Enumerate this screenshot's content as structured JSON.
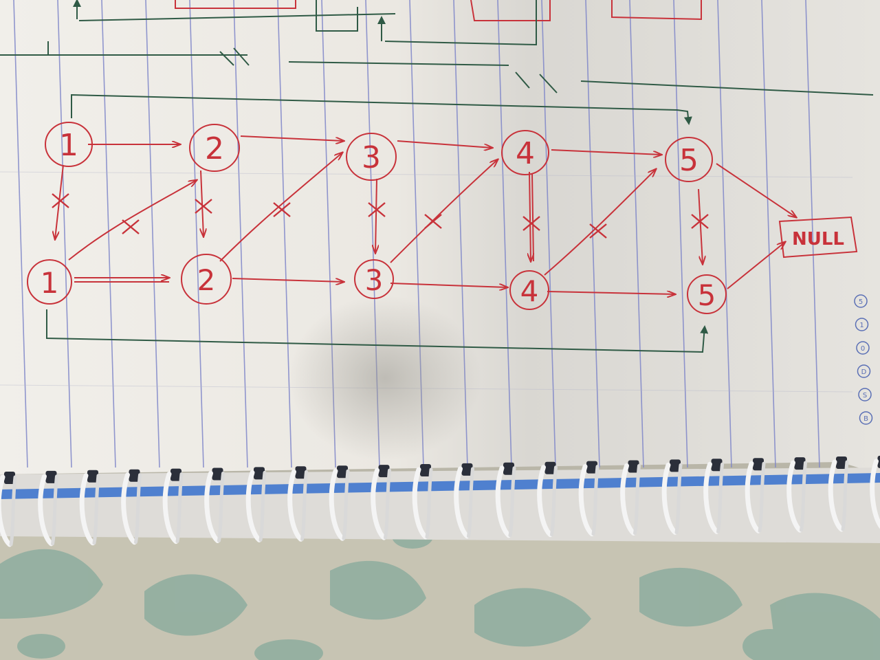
{
  "photo": {
    "subject": "spiral notebook page with hand-drawn linked-list diagram"
  },
  "colors": {
    "paper": "#ece9e3",
    "rule_line": "#7f86c9",
    "red_ink": "#c8323a",
    "green_ink": "#2f5a45",
    "spiral_band": "#4f80cf",
    "tablecloth_light": "#c9c6b6",
    "tablecloth_pattern": "#7ea598"
  },
  "diagram": {
    "top_row": [
      "1",
      "2",
      "3",
      "4",
      "5"
    ],
    "bottom_row": [
      "1",
      "2",
      "3",
      "4",
      "5"
    ],
    "terminal": "NULL",
    "strike_mark": "X"
  },
  "page_index_circles": [
    "5",
    "1",
    "0",
    "D",
    "S",
    "B"
  ],
  "icons": [
    "spiral-binding-icon"
  ]
}
